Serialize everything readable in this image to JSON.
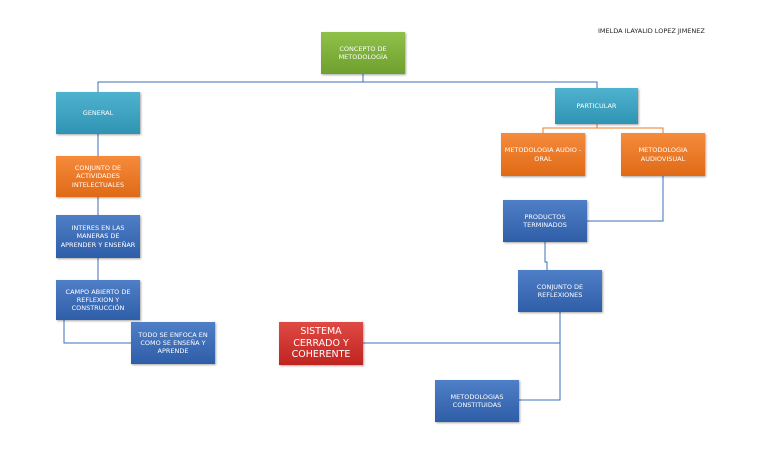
{
  "author": "IMELDA ILAYALID LOPEZ JIMENEZ",
  "nodes": {
    "concepto": "CONCEPTO DE METODOLOGÍA",
    "general": "GENERAL",
    "particular": "PARTICULAR",
    "conjunto_actividades": "CONJUNTO DE ACTIVIDADES INTELECTUALES",
    "interes": "INTERES EN LAS MANERAS DE APRENDER Y ENSEÑAR",
    "campo_abierto": "CAMPO ABIERTO DE REFLEXION Y CONSTRUCCIÓN",
    "todo_enfoca": "TODO SE ENFOCA EN COMO SE ENSEÑA Y APRENDE",
    "audio_oral": "METODOLOGIA AUDIO - ORAL",
    "audiovisual": "METODOLOGIA AUDIOVISUAL",
    "productos": "PRODUCTOS TERMINADOS",
    "conjunto_reflexiones": "CONJUNTO DE REFLEXIONES",
    "sistema": "SISTEMA CERRADO Y COHERENTE",
    "constituidas": "METODOLOGIAS CONSTITUIDAS"
  },
  "colors": {
    "green": "#7bb03a",
    "teal": "#3ea6c4",
    "orange": "#ee7a26",
    "blue": "#3a6cb8",
    "red": "#d3302b",
    "connector_blue": "#3d6fb8",
    "connector_orange": "#ee7a26"
  }
}
